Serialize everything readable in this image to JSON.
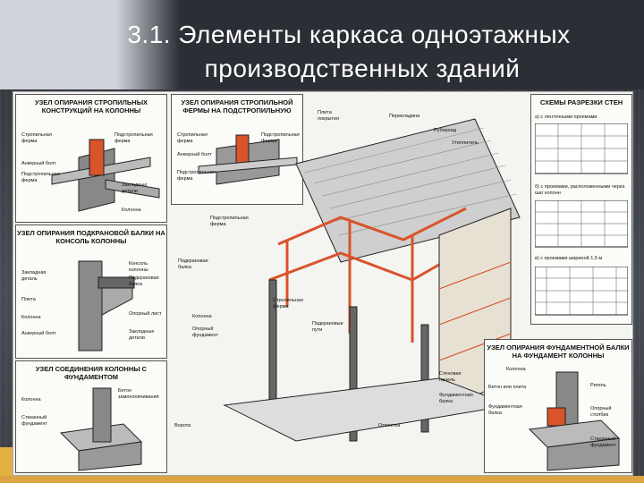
{
  "slide": {
    "title_line1": "3.1. Элементы каркаса одноэтажных",
    "title_line2": "производственных зданий"
  },
  "panels": {
    "truss_column": {
      "title": "УЗЕЛ ОПИРАНИЯ СТРОПИЛЬНЫХ КОНСТРУКЦИЙ НА КОЛОННЫ",
      "labels": [
        "Стропильная ферма",
        "Подстропильная ферма",
        "Анкерный болт",
        "Подстропильная ферма",
        "Закладные детали",
        "Колонна"
      ]
    },
    "truss_subtruss": {
      "title": "УЗЕЛ ОПИРАНИЯ СТРОПИЛЬНОЙ ФЕРМЫ НА ПОДСТРОПИЛЬНУЮ",
      "labels": [
        "Стропильная ферма",
        "Подстропильная ферма",
        "Анкерный болт",
        "Подстропильная ферма"
      ]
    },
    "crane_beam": {
      "title": "УЗЕЛ ОПИРАНИЯ ПОДКРАНОВОЙ БАЛКИ НА КОНСОЛЬ КОЛОННЫ",
      "labels": [
        "Закладная деталь",
        "Плита",
        "Колонна",
        "Анкерный болт",
        "Консоль колонны",
        "Подкрановая балка",
        "Опорный лист",
        "Закладные детали"
      ]
    },
    "column_foundation": {
      "title": "УЗЕЛ СОЕДИНЕНИЯ КОЛОННЫ С ФУНДАМЕНТОМ",
      "labels": [
        "Колонна",
        "Бетон замоноличивания",
        "Стаканный фундамент"
      ]
    },
    "main_view": {
      "labels": [
        "Плита покрытия",
        "Перекладина",
        "Рубероид",
        "Утеплитель",
        "Подстропильная ферма",
        "Подкрановая балка",
        "Стропильная ферма",
        "Колонна",
        "Опорный фундамент",
        "Подкрановые пути",
        "Стеновая панель",
        "Фундаментная балка",
        "Отмостка",
        "Ворота"
      ]
    },
    "wall_schemes": {
      "title": "СХЕМЫ РАЗРЕЗКИ СТЕН",
      "captions": [
        "а) с ленточными проемами",
        "б) с проемами, расположенными через шаг колонн",
        "в) с проемами шириной 1,5 м"
      ]
    },
    "foundation_beam": {
      "title": "УЗЕЛ ОПИРАНИЯ ФУНДАМЕНТНОЙ БАЛКИ НА ФУНДАМЕНТ КОЛОННЫ",
      "labels": [
        "Колонна",
        "Бетон или плита",
        "Ригель",
        "Фундаментная балка",
        "Опорный столбик",
        "Стаканный фундамент"
      ]
    }
  },
  "colors": {
    "accent": "#d9532b",
    "title_bg": "#2b2e34",
    "strip": "#d9a441"
  }
}
